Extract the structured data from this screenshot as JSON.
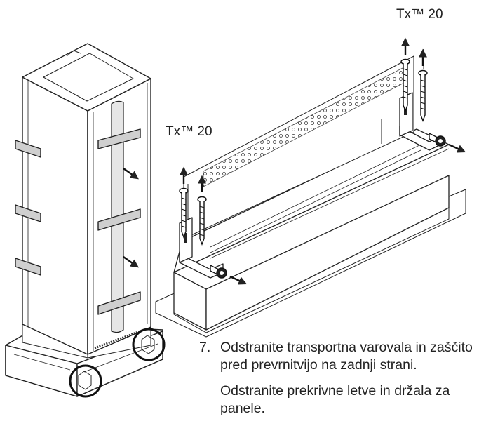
{
  "labels": {
    "torx_right": "Tx™ 20",
    "torx_left": "Tx™ 20"
  },
  "instructions": {
    "step_number": "7.",
    "step_text": "Odstranite transportna varovala in zaščito pred prevrnitvijo na zadnji strani.",
    "note_text": "Odstranite prekrivne letve in držala za panele."
  },
  "icons": [
    "cabinet-illustration",
    "cabinet-base-illustration",
    "screw-icon",
    "arrow-icon",
    "detail-circle-icon"
  ],
  "colors": {
    "line": "#222222",
    "tape": "#cfcfcf",
    "fill": "#ffffff"
  }
}
